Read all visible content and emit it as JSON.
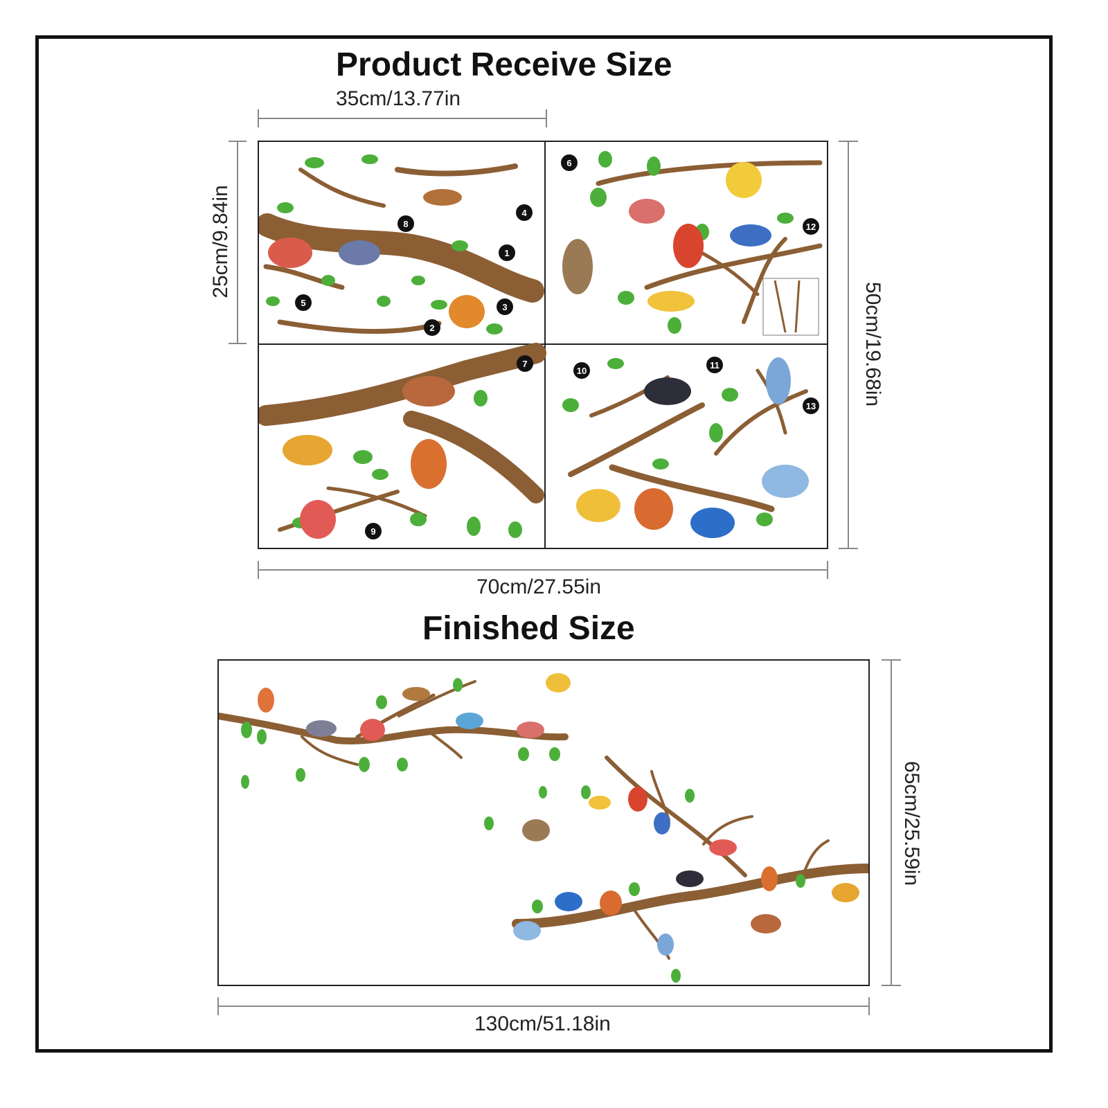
{
  "receive": {
    "title": "Product Receive Size",
    "sheet_width": "35cm/13.77in",
    "sheet_height": "25cm/9.84in",
    "total_height": "50cm/19.68in",
    "total_width": "70cm/27.55in",
    "sheet_numbers": [
      "1",
      "2",
      "3",
      "4",
      "5",
      "6",
      "7",
      "8",
      "9",
      "10",
      "11",
      "12",
      "13"
    ]
  },
  "finished": {
    "title": "Finished Size",
    "height": "65cm/25.59in",
    "width": "130cm/51.18in"
  },
  "colors": {
    "branch": "#8b5e34",
    "leaf": "#4caf3a",
    "line": "#888888",
    "frame": "#111111"
  }
}
